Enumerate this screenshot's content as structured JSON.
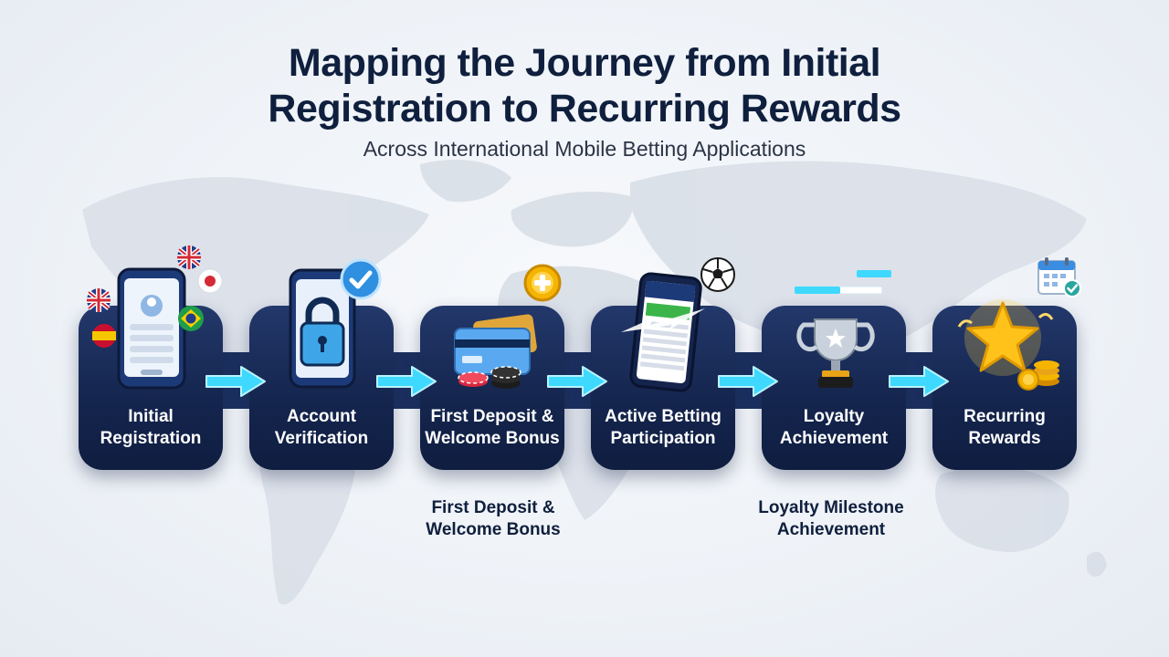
{
  "header": {
    "title_line1": "Mapping the Journey from Initial",
    "title_line2": "Registration to Recurring Rewards",
    "subtitle": "Across International Mobile Betting Applications"
  },
  "steps": [
    {
      "line1": "Initial",
      "line2": "Registration"
    },
    {
      "line1": "Account",
      "line2": "Verification"
    },
    {
      "line1": "First Deposit &",
      "line2": "Welcome Bonus"
    },
    {
      "line1": "Active Betting",
      "line2": "Participation"
    },
    {
      "line1": "Loyalty",
      "line2": "Achievement"
    },
    {
      "line1": "Recurring",
      "line2": "Rewards"
    }
  ],
  "annotations": [
    {
      "line1": "First Deposit &",
      "line2": "Welcome Bonus"
    },
    {
      "line1": "Loyalty Milestone",
      "line2": "Achievement"
    }
  ],
  "colors": {
    "card": "#1a2d5c",
    "arrow": "#3fd8ff",
    "title": "#0f1f3d",
    "map": "#d9dfe8"
  },
  "icons": [
    "uk-flag-icon",
    "japan-flag-icon",
    "spain-flag-icon",
    "brazil-flag-icon",
    "checkmark-badge-icon",
    "coin-plus-icon",
    "soccer-ball-icon",
    "calendar-check-icon"
  ]
}
